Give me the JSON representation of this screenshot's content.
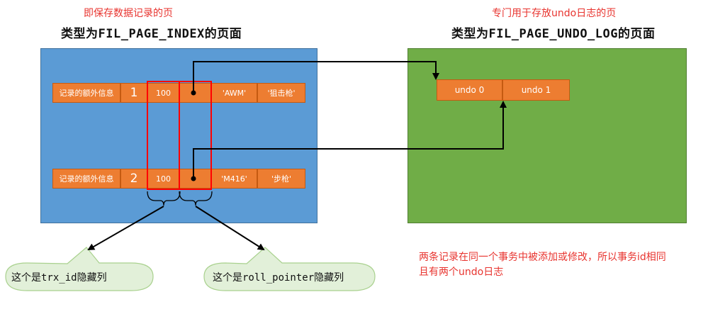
{
  "left_page": {
    "caption": "即保存数据记录的页",
    "title": "类型为FIL_PAGE_INDEX的页面",
    "records": [
      {
        "extra": "记录的额外信息",
        "id": "1",
        "trx_id": "100",
        "col1": "'AWM'",
        "col2": "'狙击枪'"
      },
      {
        "extra": "记录的额外信息",
        "id": "2",
        "trx_id": "100",
        "col1": "'M416'",
        "col2": "'步枪'"
      }
    ]
  },
  "right_page": {
    "caption": "专门用于存放undo日志的页",
    "title": "类型为FIL_PAGE_UNDO_LOG的页面",
    "undo_logs": [
      "undo 0",
      "undo 1"
    ]
  },
  "callouts": {
    "trx_id": "这个是trx_id隐藏列",
    "roll_pointer": "这个是roll_pointer隐藏列"
  },
  "note": {
    "line1": "两条记录在同一个事务中被添加或修改，所以事务id相同",
    "line2": "且有两个undo日志"
  },
  "colors": {
    "left_page": "#5b9bd5",
    "right_page": "#70ad47",
    "cell": "#ed7d31",
    "highlight": "#ff0000",
    "callout": "#e2f0d9",
    "caption": "#e8342f"
  }
}
